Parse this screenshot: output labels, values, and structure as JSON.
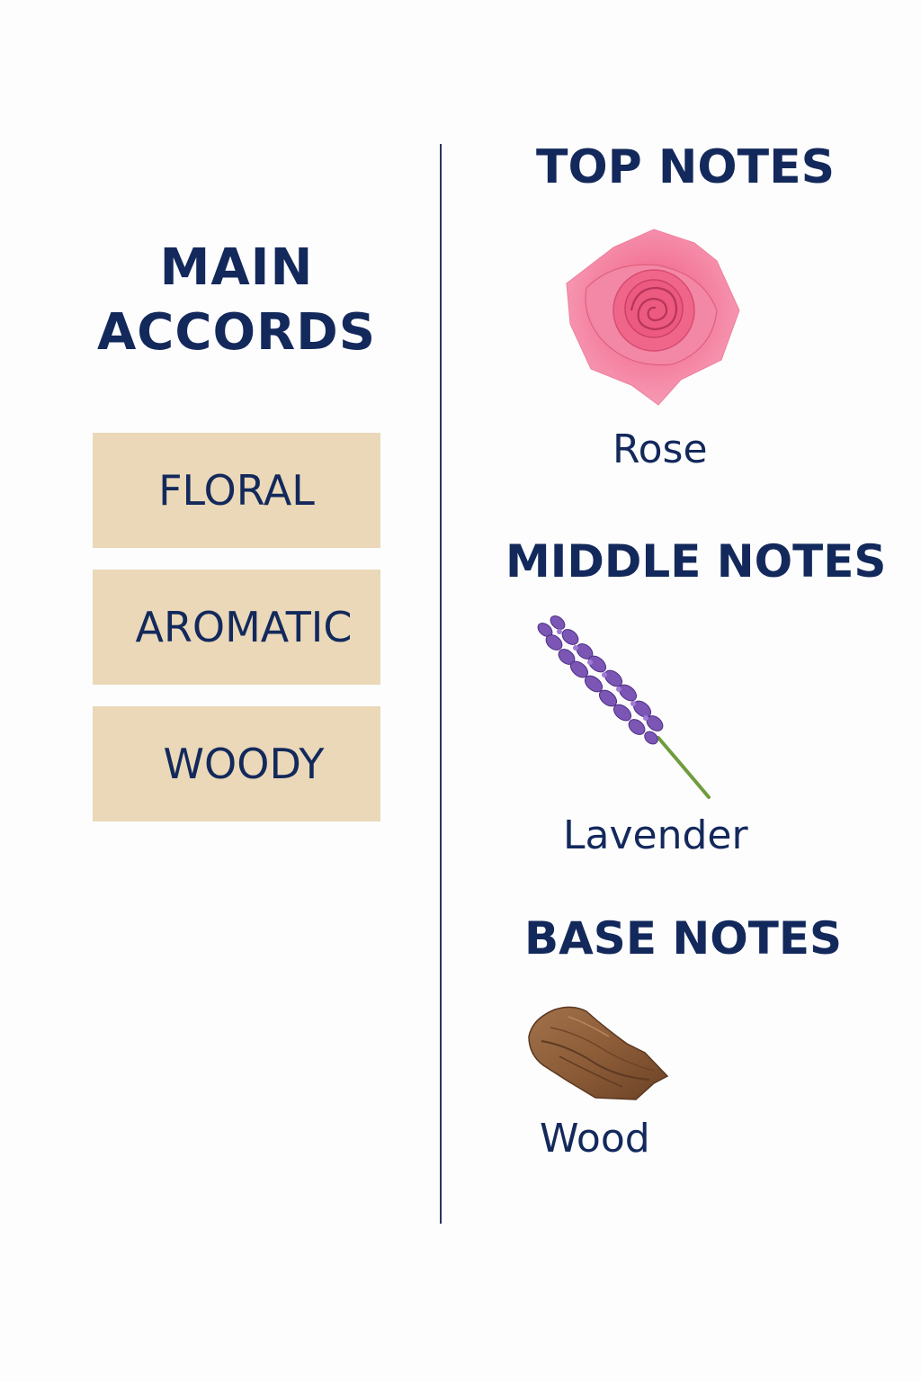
{
  "main_accords": {
    "title_line1": "MAIN",
    "title_line2": "ACCORDS",
    "items": [
      {
        "label": "FLORAL"
      },
      {
        "label": "AROMATIC"
      },
      {
        "label": "WOODY"
      }
    ],
    "box_color": "#ead8b8"
  },
  "notes": {
    "top": {
      "heading": "TOP NOTES",
      "item": "Rose",
      "image": "rose-icon"
    },
    "middle": {
      "heading": "MIDDLE NOTES",
      "item": "Lavender",
      "image": "lavender-icon"
    },
    "base": {
      "heading": "BASE NOTES",
      "item": "Wood",
      "image": "wood-icon"
    }
  },
  "colors": {
    "text": "#13295c",
    "divider": "#25375f",
    "background": "#fdfdfd"
  }
}
